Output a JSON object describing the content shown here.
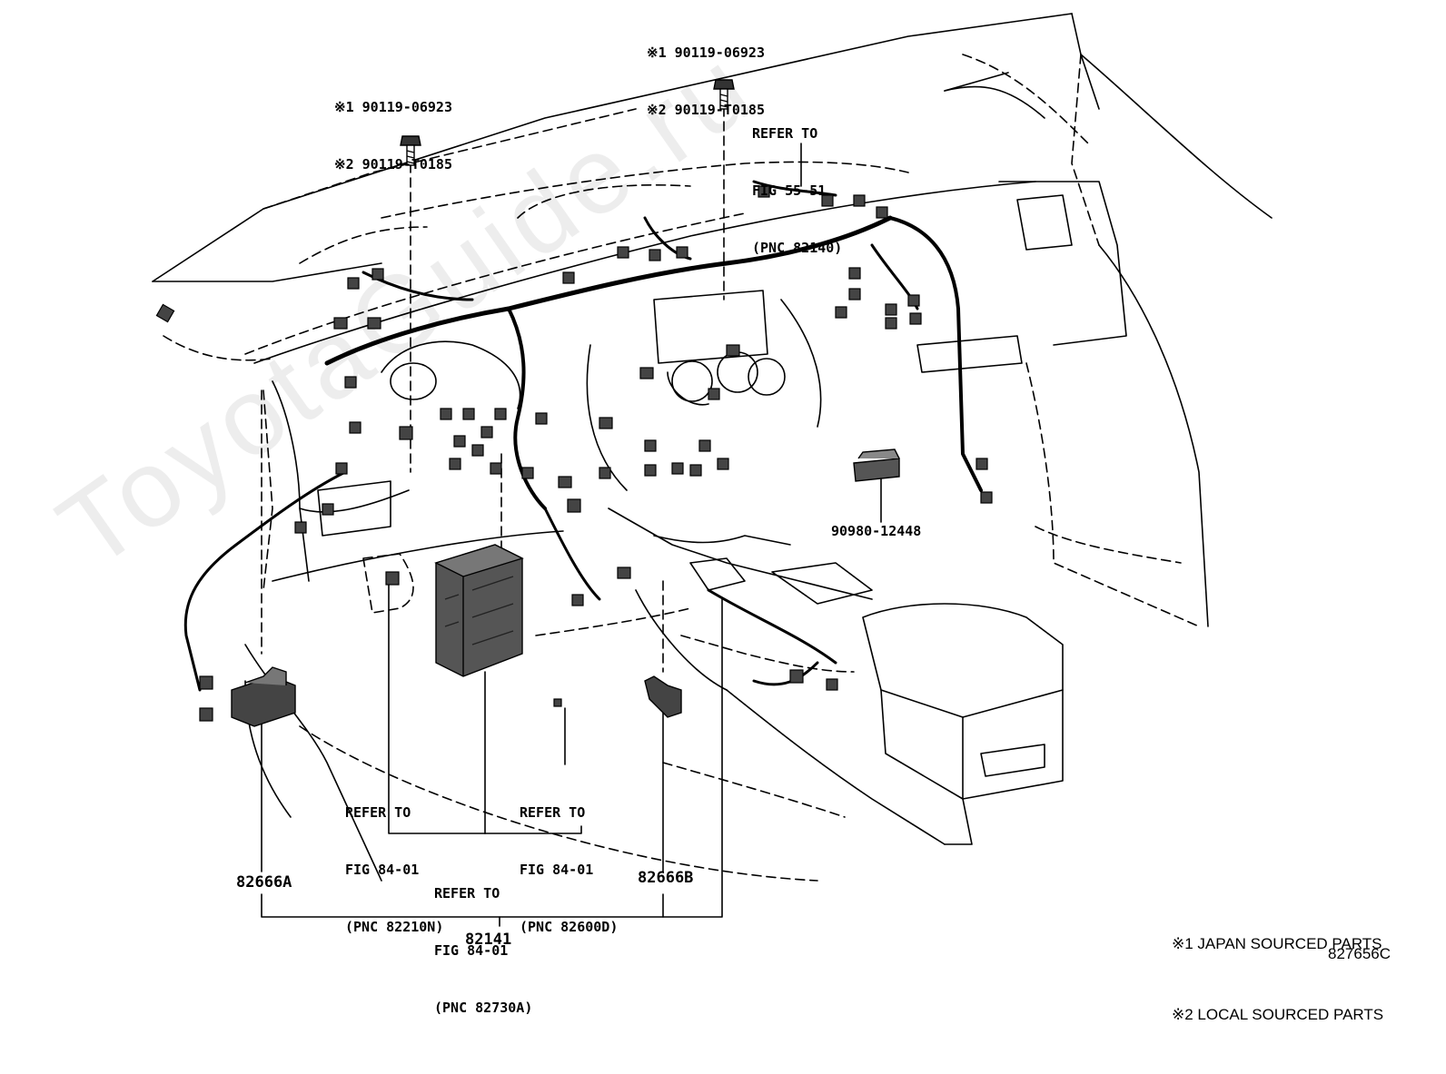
{
  "watermark": "ToyotaGuide.ru",
  "callouts": {
    "bolt_left": {
      "line1": "※1 90119-06923",
      "line2": "※2 90119-T0185"
    },
    "bolt_right": {
      "line1": "※1 90119-06923",
      "line2": "※2 90119-T0185"
    },
    "refer_55_51": {
      "line1": "REFER TO",
      "line2": "FIG 55-51",
      "line3": "(PNC 82140)"
    },
    "relay_part": "90980-12448",
    "refer_82210N": {
      "line1": "REFER TO",
      "line2": "FIG 84-01",
      "line3": "(PNC 82210N)"
    },
    "refer_82600D": {
      "line1": "REFER TO",
      "line2": "FIG 84-01",
      "line3": "(PNC 82600D)"
    },
    "refer_82730A": {
      "line1": "REFER TO",
      "line2": "FIG 84-01",
      "line3": "(PNC 82730A)"
    },
    "part_82666A": "82666A",
    "part_82666B": "82666B",
    "part_82141": "82141"
  },
  "legend": {
    "note1": "※1 JAPAN SOURCED PARTS",
    "note2": "※2 LOCAL SOURCED PARTS"
  },
  "figure_id": "827656C"
}
